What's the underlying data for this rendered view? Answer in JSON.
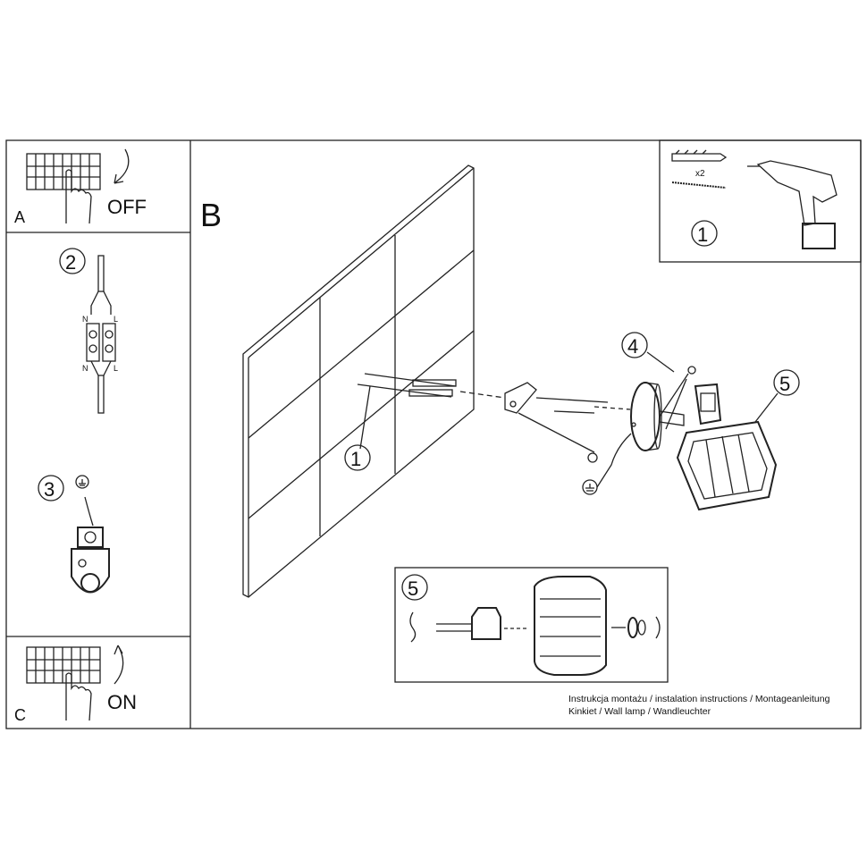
{
  "panels": {
    "a": {
      "letter": "A",
      "label": "OFF"
    },
    "b": {
      "letter": "B"
    },
    "c": {
      "letter": "C",
      "label": "ON"
    }
  },
  "steps": {
    "s1": "1",
    "s2": "2",
    "s3": "3",
    "s4": "4",
    "s5": "5",
    "s1b": "1",
    "s5b": "5"
  },
  "tools": {
    "quantity": "x2"
  },
  "wiring": {
    "n_top": "N",
    "l_top": "L",
    "n_bottom": "N",
    "l_bottom": "L"
  },
  "footer": {
    "line1": "Instrukcja montażu / instalation instructions / Montageanleitung",
    "line2": "Kinkiet / Wall lamp / Wandleuchter"
  }
}
